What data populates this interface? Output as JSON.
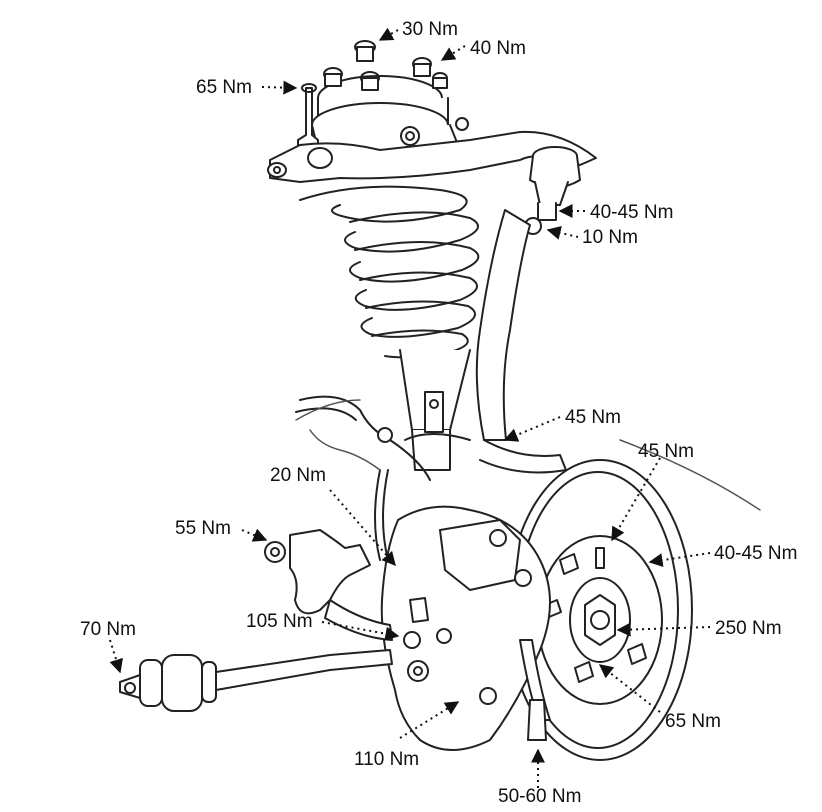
{
  "torque_labels": {
    "top_nut": "30 Nm",
    "mount_nuts": "40 Nm",
    "upper_left_bolt": "65 Nm",
    "upper_balljoint_nut": "40-45 Nm",
    "upper_balljoint_bolt": "10 Nm",
    "hose_bracket": "45 Nm",
    "brake_line": "20 Nm",
    "caliper_bracket": "45 Nm",
    "lower_arm_bush": "55 Nm",
    "bleeder": "40-45 Nm",
    "steering_knuckle": "105 Nm",
    "hub_nut": "250 Nm",
    "strut_rod": "70 Nm",
    "caliper_bolt": "65 Nm",
    "lower_balljoint": "110 Nm",
    "lower_nut": "50-60 Nm"
  },
  "colors": {
    "ink": "#111111",
    "paper": "#ffffff"
  }
}
